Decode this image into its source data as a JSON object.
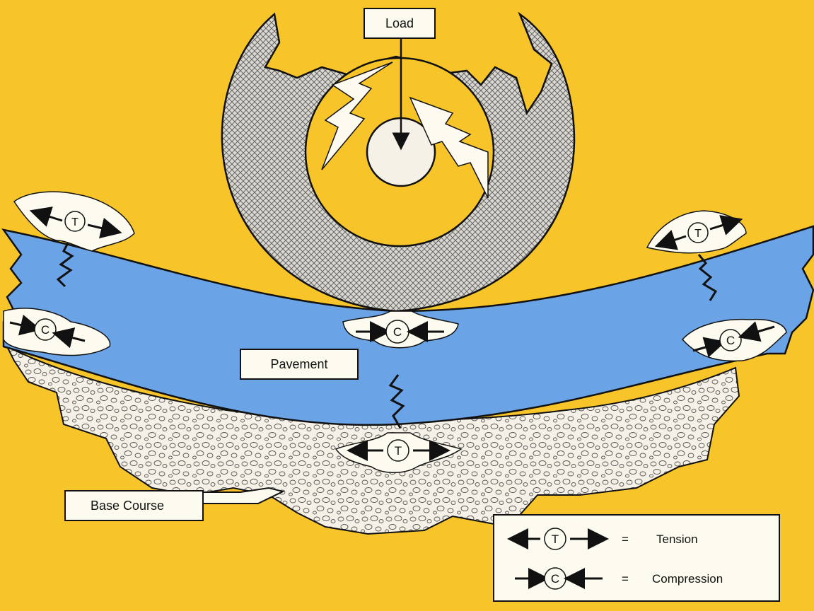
{
  "labels": {
    "load": "Load",
    "pavement": "Pavement",
    "base_course": "Base Course"
  },
  "stress_symbols": {
    "tension": "T",
    "compression": "C"
  },
  "legend": {
    "equals": "=",
    "tension_label": "Tension",
    "compression_label": "Compression"
  },
  "colors": {
    "background": "#f7c52a",
    "pavement": "#6aa3e6",
    "base_course": "#f6f1e6",
    "tire": "#d9d6cf",
    "outline": "#111111"
  }
}
